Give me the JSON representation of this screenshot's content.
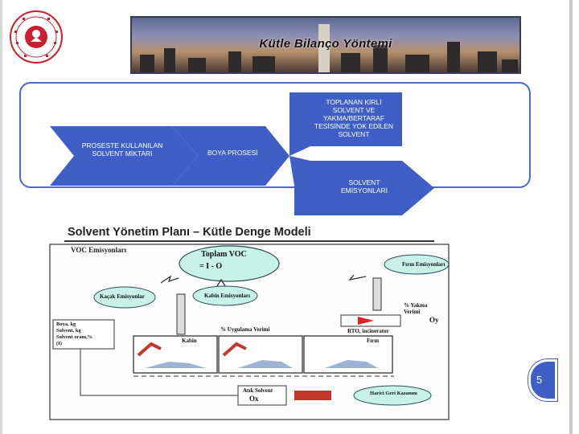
{
  "banner": {
    "title": "Kütle Bilanço Yöntemi"
  },
  "process": {
    "input_label": "PROSESTE KULLANILAN SOLVENT MİKTARI",
    "process_label": "BOYA PROSESİ",
    "top_output_label": "TOPLANAN KİRLİ SOLVENT VE YAKMA/BERTARAF TESİSİNDE YOK EDİLEN SOLVENT",
    "bottom_output_label": "SOLVENT EMİSYONLARI"
  },
  "diagram": {
    "title": "Solvent Yönetim Planı – Kütle Denge Modeli",
    "voc_label": "VOC Emisyonları",
    "total_voc_title": "Toplam VOC",
    "total_voc_formula": "= I - O",
    "leak_label": "Kaçak Emisyonlar",
    "cabin_emission_label": "Kabin Emisyonları",
    "oven_emission_label": "Fırın Emisyonları",
    "input_lines": [
      "Boya, kg",
      "Solvent, kg",
      "Solvent oranı,%",
      "(I)"
    ],
    "application_efficiency": "% Uygulama Verimi",
    "burn_efficiency": "% Yakma Verimi",
    "rto_label": "RTO, incinerator",
    "cabin_label": "Kabin",
    "oven_label": "Fırın",
    "waste_solvent": "Atık Solvent",
    "waste_symbol": "Ox",
    "oy_symbol": "Oy",
    "recovery_label": "Harici Geri Kazanım"
  },
  "page_number": "5",
  "colors": {
    "accent": "#3f5fc6",
    "frame": "#4a6bd0",
    "cloud": "#c8f2e6"
  }
}
